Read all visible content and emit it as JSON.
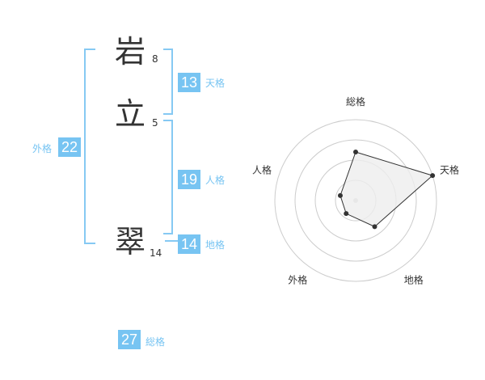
{
  "name": {
    "chars": [
      {
        "char": "岩",
        "strokes": "8"
      },
      {
        "char": "立",
        "strokes": "5"
      },
      {
        "char": "翠",
        "strokes": "14"
      }
    ]
  },
  "fortune": {
    "tenkaku": {
      "value": "13",
      "label": "天格"
    },
    "jinkaku": {
      "value": "19",
      "label": "人格"
    },
    "chikaku": {
      "value": "14",
      "label": "地格"
    },
    "gaikaku": {
      "value": "22",
      "label": "外格"
    },
    "soukaku": {
      "value": "27",
      "label": "総格"
    }
  },
  "chart_data": {
    "type": "radar",
    "axes": [
      "総格",
      "天格",
      "地格",
      "外格",
      "人格"
    ],
    "values": [
      3,
      5,
      2,
      1,
      1
    ],
    "max": 5,
    "rings": 4,
    "style": {
      "fill": "#eeeeee",
      "stroke": "#333333",
      "ring_color": "#cccccc"
    }
  }
}
